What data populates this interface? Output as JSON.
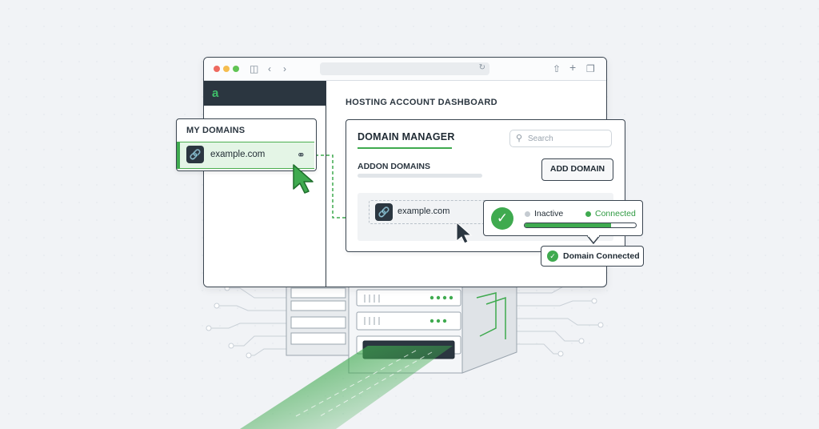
{
  "browser": {
    "dashboard_title": "HOSTING ACCOUNT DASHBOARD",
    "logo_glyph": "a"
  },
  "my_domains": {
    "title": "MY DOMAINS",
    "items": [
      {
        "label": "example.com",
        "icon": "link-icon"
      }
    ]
  },
  "domain_manager": {
    "title": "DOMAIN MANAGER",
    "search_placeholder": "Search",
    "section_title": "ADDON DOMAINS",
    "add_button": "ADD DOMAIN",
    "row_domain": "example.com"
  },
  "status_popup": {
    "inactive_label": "Inactive",
    "connected_label": "Connected",
    "progress_fraction": 0.78
  },
  "badge": {
    "label": "Domain Connected"
  },
  "colors": {
    "accent_green": "#3faa4f",
    "dark": "#2b3640"
  }
}
